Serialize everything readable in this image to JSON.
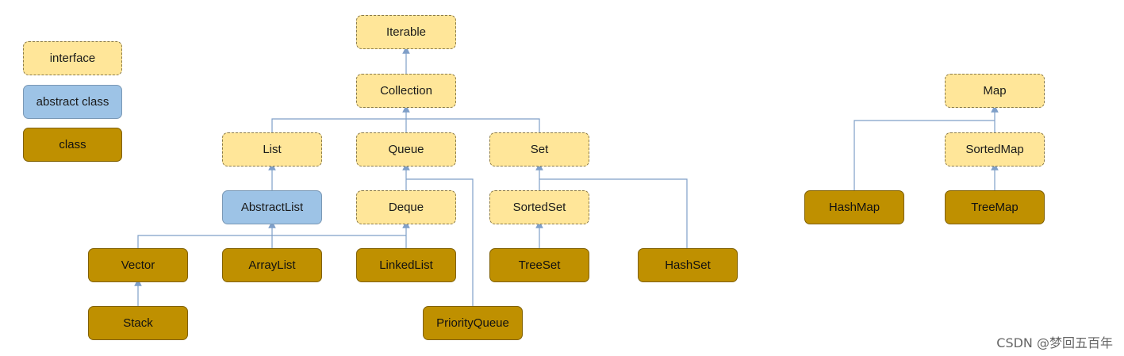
{
  "legend": {
    "interface": "interface",
    "abstract_class": "abstract class",
    "class": "class"
  },
  "nodes": {
    "iterable": "Iterable",
    "collection": "Collection",
    "list": "List",
    "queue": "Queue",
    "set": "Set",
    "abstractlist": "AbstractList",
    "deque": "Deque",
    "sortedset": "SortedSet",
    "vector": "Vector",
    "arraylist": "ArrayList",
    "linkedlist": "LinkedList",
    "treeset": "TreeSet",
    "hashset": "HashSet",
    "stack": "Stack",
    "priorityqueue": "PriorityQueue",
    "map": "Map",
    "sortedmap": "SortedMap",
    "hashmap": "HashMap",
    "treemap": "TreeMap"
  },
  "colors": {
    "interface": "#ffe699",
    "abstract_class": "#9dc3e6",
    "class": "#bf9000",
    "connector": "#7f9fc8"
  },
  "watermark": "CSDN @梦回五百年"
}
